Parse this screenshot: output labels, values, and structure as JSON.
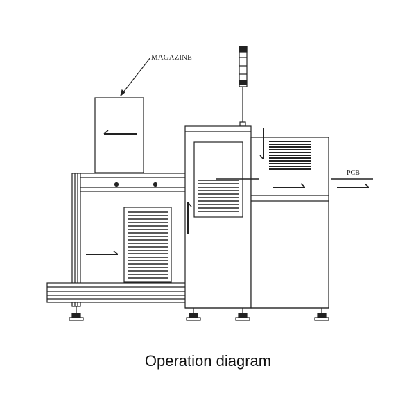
{
  "labels": {
    "magazine": "MAGAZINE",
    "pcb": "PCB"
  },
  "caption": "Operation diagram",
  "colors": {
    "line": "#222222",
    "frame": "#9a9a9a",
    "background": "#ffffff"
  }
}
